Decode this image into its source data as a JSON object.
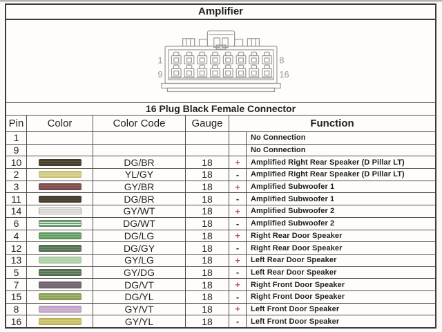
{
  "page": {
    "title": "Amplifier",
    "subtitle": "16 Plug Black Female Connector"
  },
  "connector": {
    "pins_per_row": 8,
    "pin_labels": {
      "top_left": "1",
      "top_right": "8",
      "bottom_left": "9",
      "bottom_right": "16"
    }
  },
  "table": {
    "headers": {
      "pin": "Pin",
      "color": "Color",
      "color_code": "Color Code",
      "gauge": "Gauge",
      "function": "Function"
    },
    "rows": [
      {
        "pin": "1",
        "color_code": "",
        "gauge": "",
        "polarity": "",
        "function": "No Connection",
        "swatch": null
      },
      {
        "pin": "9",
        "color_code": "",
        "gauge": "",
        "polarity": "",
        "function": "No Connection",
        "swatch": null
      },
      {
        "pin": "10",
        "color_code": "DG/BR",
        "gauge": "18",
        "polarity": "+",
        "function": "Amplified Right Rear Speaker (D Pillar LT)",
        "swatch": {
          "base": "#453e2d",
          "stripe": "#5c5340",
          "border": "#453e2d"
        }
      },
      {
        "pin": "2",
        "color_code": "YL/GY",
        "gauge": "18",
        "polarity": "-",
        "function": "Amplified Right Rear Speaker (D Pillar LT)",
        "swatch": {
          "base": "#d0c87f",
          "stripe": "#e2dca6",
          "border": "#bfb76e"
        }
      },
      {
        "pin": "3",
        "color_code": "GY/BR",
        "gauge": "18",
        "polarity": "+",
        "function": "Amplified Subwoofer 1",
        "swatch": {
          "base": "#7b4e50",
          "stripe": "#95696b",
          "border": "#6f4446"
        }
      },
      {
        "pin": "11",
        "color_code": "DG/BR",
        "gauge": "18",
        "polarity": "-",
        "function": "Amplified Subwoofer 1",
        "swatch": {
          "base": "#453e2d",
          "stripe": "#5c5340",
          "border": "#453e2d"
        }
      },
      {
        "pin": "14",
        "color_code": "GY/WT",
        "gauge": "18",
        "polarity": "+",
        "function": "Amplified Subwoofer 2",
        "swatch": {
          "base": "#efeeec",
          "stripe": "#a19f9c",
          "border": "#a19f9c"
        }
      },
      {
        "pin": "6",
        "color_code": "DG/WT",
        "gauge": "18",
        "polarity": "-",
        "function": "Amplified Subwoofer 2",
        "swatch": {
          "base": "#6f9e72",
          "stripe": "#e7efe6",
          "border": "#608f64"
        }
      },
      {
        "pin": "4",
        "color_code": "DG/LG",
        "gauge": "18",
        "polarity": "+",
        "function": "Right Rear Door Speaker",
        "swatch": {
          "base": "#60995f",
          "stripe": "#a6cba1",
          "border": "#548a54"
        }
      },
      {
        "pin": "12",
        "color_code": "DG/GY",
        "gauge": "18",
        "polarity": "-",
        "function": "Right Rear Door Speaker",
        "swatch": {
          "base": "#567455",
          "stripe": "#728f70",
          "border": "#4b664a"
        }
      },
      {
        "pin": "13",
        "color_code": "GY/LG",
        "gauge": "18",
        "polarity": "+",
        "function": "Left Rear Door Speaker",
        "swatch": {
          "base": "#accfa4",
          "stripe": "#cce2c6",
          "border": "#9bbf93"
        }
      },
      {
        "pin": "5",
        "color_code": "GY/DG",
        "gauge": "18",
        "polarity": "-",
        "function": "Left Rear Door Speaker",
        "swatch": {
          "base": "#567455",
          "stripe": "#728f70",
          "border": "#4b664a"
        }
      },
      {
        "pin": "7",
        "color_code": "DG/VT",
        "gauge": "18",
        "polarity": "+",
        "function": "Right Front Door Speaker",
        "swatch": {
          "base": "#6f636f",
          "stripe": "#8f818f",
          "border": "#625862"
        }
      },
      {
        "pin": "15",
        "color_code": "DG/YL",
        "gauge": "18",
        "polarity": "-",
        "function": "Right Front Door Speaker",
        "swatch": {
          "base": "#8ca25d",
          "stripe": "#aabd7d",
          "border": "#7d924f"
        }
      },
      {
        "pin": "8",
        "color_code": "GY/VT",
        "gauge": "18",
        "polarity": "+",
        "function": "Left Front Door Speaker",
        "swatch": {
          "base": "#c2a4c8",
          "stripe": "#d9c5de",
          "border": "#b293b8"
        }
      },
      {
        "pin": "16",
        "color_code": "GY/YL",
        "gauge": "18",
        "polarity": "-",
        "function": "Left Front Door Speaker",
        "swatch": {
          "base": "#c7bb61",
          "stripe": "#d9d084",
          "border": "#b7ab54"
        }
      }
    ]
  },
  "colors": {
    "polarity_plus": "#b2545c",
    "polarity_minus": "#2e2e2e",
    "grid_line": "#4f4f4f",
    "outer_border": "#3b3b3b",
    "connector_line": "#9a9895"
  }
}
